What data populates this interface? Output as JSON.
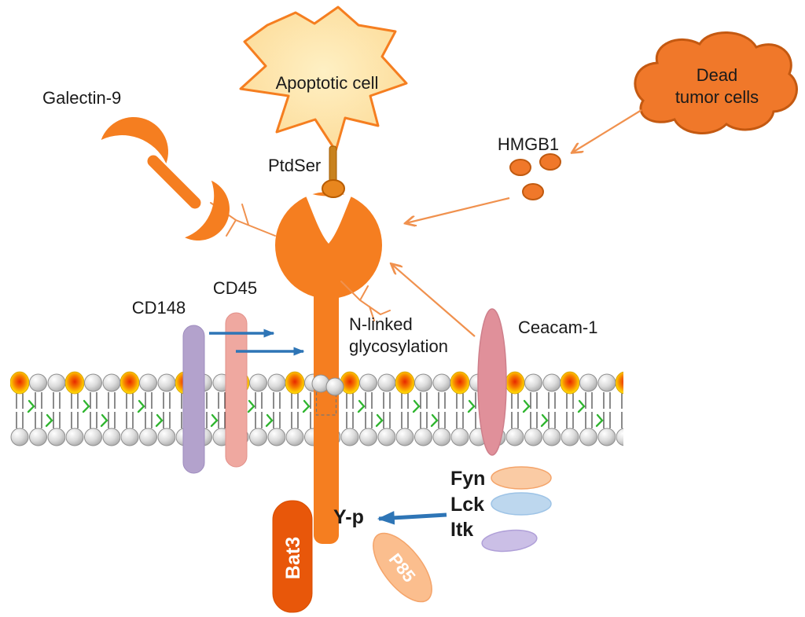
{
  "diagram": {
    "labels": {
      "galectin9": "Galectin-9",
      "apoptotic_cell": "Apoptotic cell",
      "ptdser": "PtdSer",
      "dead_tumor_line1": "Dead",
      "dead_tumor_line2": "tumor cells",
      "hmgb1": "HMGB1",
      "cd148": "CD148",
      "cd45": "CD45",
      "ceacam1": "Ceacam-1",
      "nlinked_line1": "N-linked",
      "nlinked_line2": "glycosylation",
      "bat3": "Bat3",
      "phospho_site": "Y-p",
      "p85": "P85",
      "fyn": "Fyn",
      "lck": "Lck",
      "itk": "Itk"
    },
    "colors": {
      "receptor_orange": "#F57E20",
      "bat3_dark_orange": "#E8570A",
      "cloud_orange": "#F0782A",
      "apoptotic_fill": "#FDDFA3",
      "arrow_orange": "#F0914E",
      "arrow_blue": "#2E75B6",
      "cd148_purple": "#B3A2CC",
      "cd45_pink": "#EFA8A0",
      "ceacam1_rose": "#E0909A",
      "fyn_peach": "#FACBA4",
      "lck_blue": "#BDD7EE",
      "itk_purple": "#CBBFE6",
      "p85_peach": "#FBBE8E",
      "glycan_green": "#2FB52F",
      "lipid_yellow": "#FFD400"
    }
  }
}
